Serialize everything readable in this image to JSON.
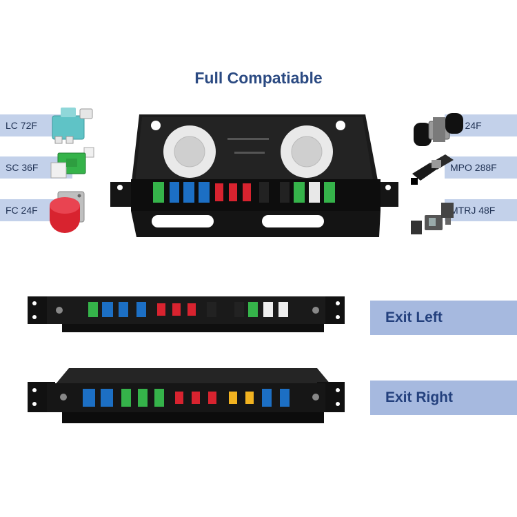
{
  "title": "Full Compatiable",
  "left_adapters": [
    {
      "label": "LC 72F",
      "color": "#5fc3c6"
    },
    {
      "label": "SC 36F",
      "color": "#35b34a"
    },
    {
      "label": "FC 24F",
      "color": "#d8232f"
    }
  ],
  "right_adapters": [
    {
      "label": "ST 24F"
    },
    {
      "label": "MPO 288F"
    },
    {
      "label": "MTRJ 48F"
    }
  ],
  "exit_left": "Exit Left",
  "exit_right": "Exit Right",
  "colors": {
    "title": "#2b4a82",
    "tag_bg": "#c3d1ea",
    "big_tag_bg": "#a6b9df",
    "panel": "#111111",
    "sc_green": "#35b34a",
    "lc_blue": "#1c6fc4",
    "fc_red": "#d8232f",
    "st_yellow": "#f2b320"
  }
}
